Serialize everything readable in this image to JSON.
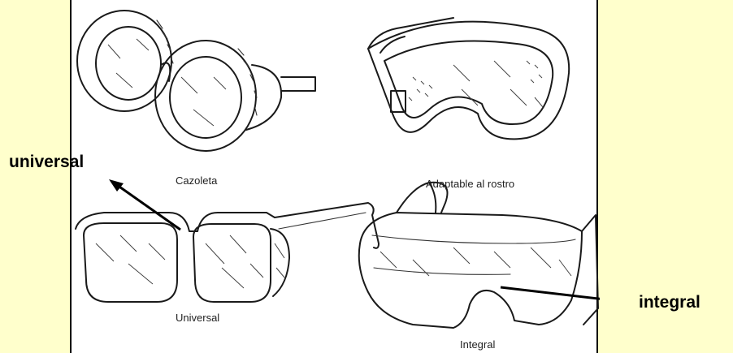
{
  "captions": {
    "cazoleta": "Cazoleta",
    "adaptable": "Adaptable al rostro",
    "universal": "Universal",
    "integral": "Integral"
  },
  "annotations": {
    "universal": "universal",
    "integral": "integral"
  },
  "colors": {
    "background": "#ffffcc",
    "panel": "#ffffff",
    "ink": "#000000"
  }
}
